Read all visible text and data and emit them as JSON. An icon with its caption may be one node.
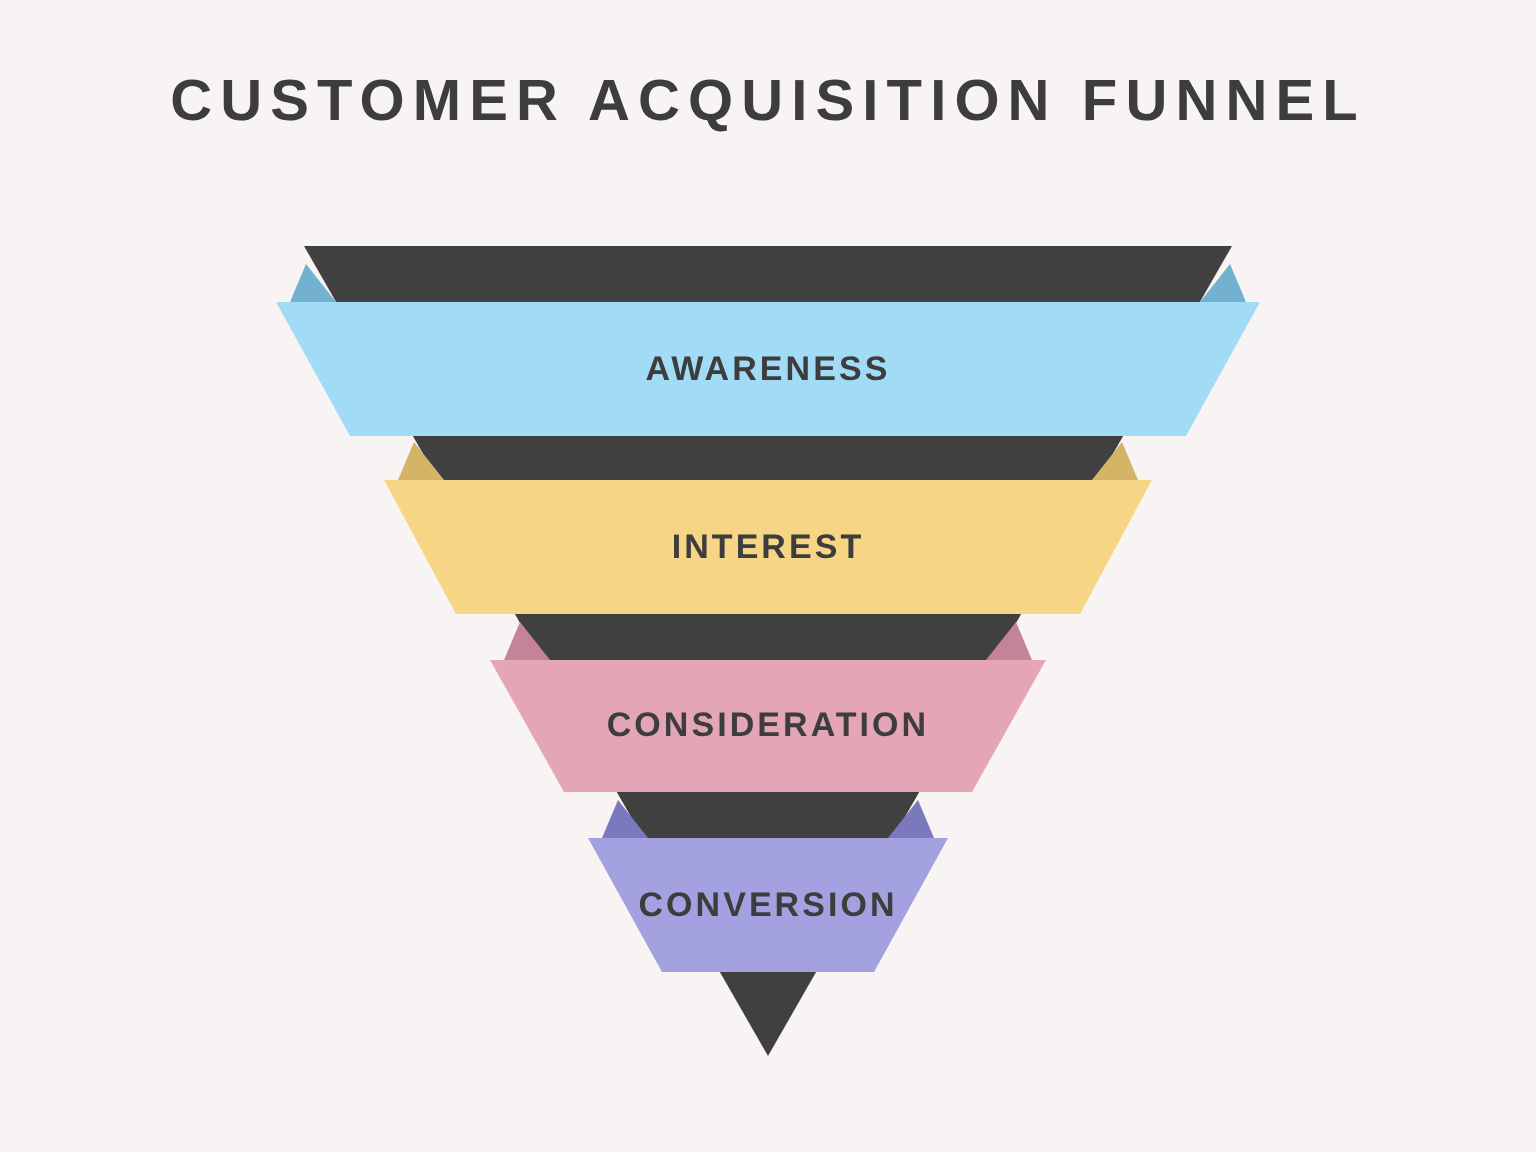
{
  "diagram": {
    "title": "CUSTOMER ACQUISITION FUNNEL",
    "nodes": [
      {
        "text": [
          "AWARENESS"
        ]
      },
      {
        "text": [
          "INTEREST"
        ]
      },
      {
        "text": [
          "CONSIDERATION"
        ]
      },
      {
        "text": [
          "CONVERSION"
        ]
      }
    ]
  }
}
